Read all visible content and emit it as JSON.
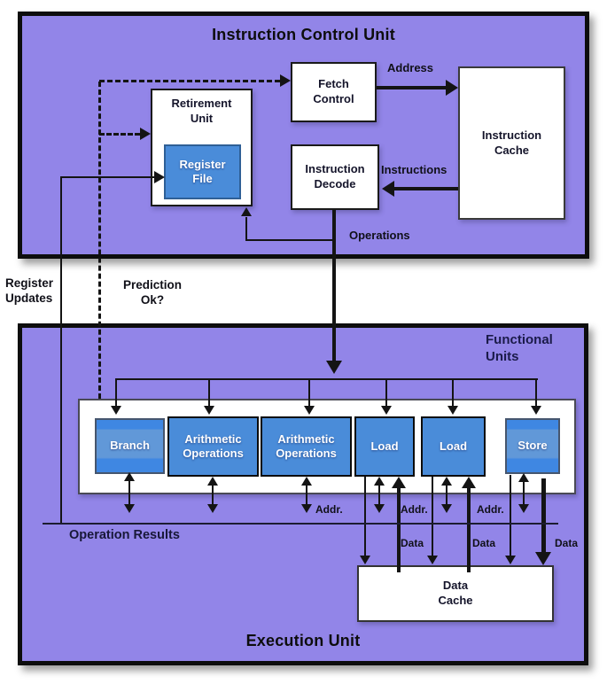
{
  "colors": {
    "purple": "#9285e8",
    "unit_blue": "#4a8cd9",
    "bright_blue": "#3f87e2",
    "light_blue_band": "#6198d8",
    "navy": "#1b1b4a",
    "line": "#141414"
  },
  "icu": {
    "title": "Instruction Control Unit",
    "fetch_control": "Fetch\nControl",
    "retirement_unit": "Retirement\nUnit",
    "register_file": "Register\nFile",
    "instruction_decode": "Instruction\nDecode",
    "instruction_cache": "Instruction\nCache",
    "address_label": "Address",
    "instructions_label": "Instructions",
    "operations_label": "Operations"
  },
  "interconnect": {
    "register_updates": "Register\nUpdates",
    "prediction_ok": "Prediction\nOk?"
  },
  "eu": {
    "title": "Execution Unit",
    "functional_units": "Functional\nUnits",
    "units": [
      "Branch",
      "Arithmetic\nOperations",
      "Arithmetic\nOperations",
      "Load",
      "Load",
      "Store"
    ],
    "operation_results": "Operation Results",
    "data_cache": "Data\nCache",
    "addr_labels": [
      "Addr.",
      "Addr.",
      "Addr."
    ],
    "data_labels": [
      "Data",
      "Data",
      "Data"
    ]
  }
}
